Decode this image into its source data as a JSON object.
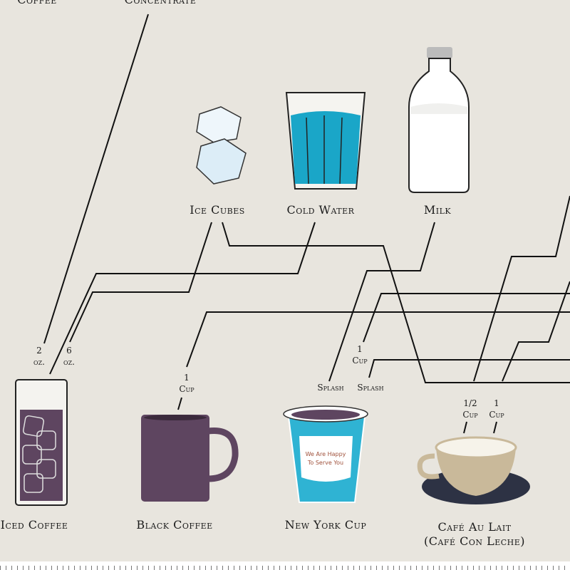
{
  "top_labels": [
    "Coffee",
    "Concentrate"
  ],
  "ingredients": [
    "Ice Cubes",
    "Cold Water",
    "Milk"
  ],
  "drinks": [
    "Iced Coffee",
    "Black Coffee",
    "New York Cup",
    "Café Au Lait",
    "(Café Con Leche)"
  ],
  "amounts": {
    "iced_1": [
      "2",
      "oz."
    ],
    "iced_2": [
      "6",
      "oz."
    ],
    "black": [
      "1",
      "Cup"
    ],
    "ny_1": [
      "1",
      "Cup"
    ],
    "ny_splash1": "Splash",
    "ny_splash2": "Splash",
    "cafe_1": [
      "1/2",
      "Cup"
    ],
    "cafe_2": [
      "1",
      "Cup"
    ]
  },
  "cup_text": [
    "We Are Happy",
    "To Serve You"
  ],
  "colors": {
    "background": "#e8e5de",
    "coffee": "#5e4560",
    "water": "#1aa6c8",
    "cup_blue": "#2fb3d3",
    "cafe": "#c9b99a",
    "saucer": "#2d3244"
  }
}
